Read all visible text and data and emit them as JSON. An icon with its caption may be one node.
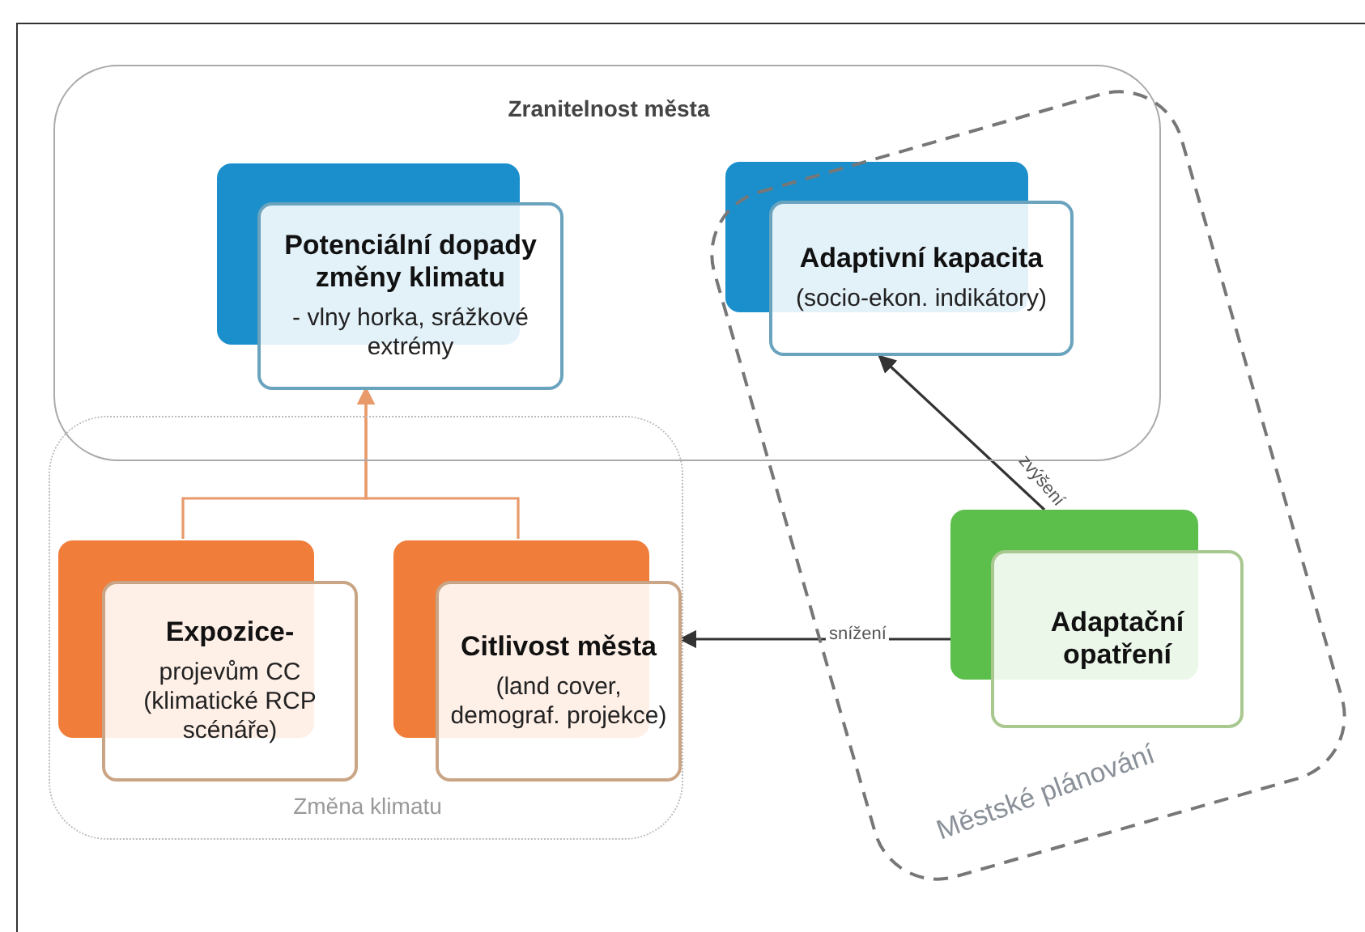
{
  "diagram": {
    "nodes": [
      {
        "text": [
          "Zranitelnost města"
        ]
      },
      {
        "text": [
          "Potenciální dopady změny klimatu",
          "- vlny horka, srážkové extrémy"
        ],
        "in": 0
      },
      {
        "text": [
          "Adaptivní kapacita",
          "(socio-ekon. indikátory)"
        ]
      },
      {
        "text": [
          "Změna klimatu"
        ]
      },
      {
        "text": [
          "Expozice-",
          "projevům CC (klimatické RCP scénáře)"
        ],
        "in": 3
      },
      {
        "text": [
          "Citlivost města",
          "(land cover, demograf. projekce)"
        ],
        "in": 3
      },
      {
        "text": [
          "Městské plánování"
        ]
      },
      {
        "text": [
          "Adaptační opatření"
        ],
        "in": 6
      }
    ],
    "edges": [
      {
        "from": 4,
        "to": 1,
        "arrow": "to",
        "color": "#e89a6a"
      },
      {
        "from": 5,
        "to": 1,
        "arrow": "to",
        "color": "#e89a6a"
      },
      {
        "from": 7,
        "to": 2,
        "arrow": "to",
        "label": "zvýšení",
        "color": "#333333"
      },
      {
        "from": 7,
        "to": 5,
        "arrow": "to",
        "label": "snížení",
        "color": "#333333"
      }
    ]
  }
}
